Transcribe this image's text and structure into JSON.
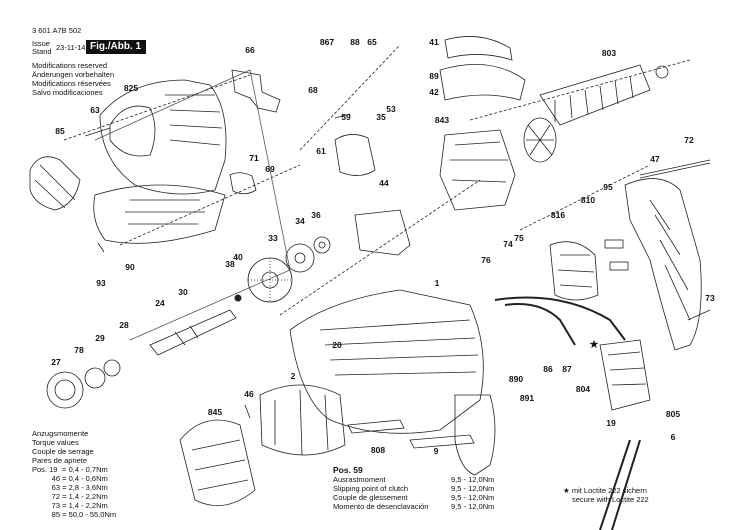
{
  "header": {
    "doc_number": "3 601 A7B 502",
    "issue_label": "Issue",
    "stand_label": "Stand",
    "issue_date": "23-11-14",
    "fig_label": "Fig./Abb. 1",
    "modifications": [
      "Modifications reserved",
      "Änderungen vorbehalten",
      "Modifications réservées",
      "Salvo modificaciones"
    ]
  },
  "torque": {
    "titles": [
      "Anzugsmomente",
      "Torque values",
      "Couple de serrage",
      "Pares de apriete"
    ],
    "rows": [
      {
        "pos": "Pos. 19",
        "eq": "=",
        "value": "0,4 - 0,7Nm"
      },
      {
        "pos": "46",
        "eq": "=",
        "value": "0,4 - 0,6Nm"
      },
      {
        "pos": "63",
        "eq": "=",
        "value": "2,8 - 3,6Nm"
      },
      {
        "pos": "72",
        "eq": "=",
        "value": "1,4 - 2,2Nm"
      },
      {
        "pos": "73",
        "eq": "=",
        "value": "1,4 - 2,2Nm"
      },
      {
        "pos": "85",
        "eq": "=",
        "value": "50,0 - 55,0Nm"
      }
    ]
  },
  "pos59": {
    "title": "Pos. 59",
    "rows": [
      {
        "label": "Ausrastmoment",
        "value": "9,5 - 12,0Nm"
      },
      {
        "label": "Slipping point of clutch",
        "value": "9,5 - 12,0Nm"
      },
      {
        "label": "Couple de glessement",
        "value": "9,5 - 12,0Nm"
      },
      {
        "label": "Momento de desenclavación",
        "value": "9,5 - 12,0Nm"
      }
    ]
  },
  "loctite_note": {
    "symbol": "★",
    "lines": [
      "mit Loctite 222 sichern",
      "secure with Loctite 222"
    ]
  },
  "parts": [
    "66",
    "867",
    "88",
    "65",
    "41",
    "803",
    "63",
    "825",
    "68",
    "89",
    "42",
    "85",
    "53",
    "59",
    "35",
    "843",
    "71",
    "61",
    "69",
    "72",
    "47",
    "44",
    "36",
    "34",
    "816",
    "810",
    "95",
    "33",
    "40",
    "90",
    "75",
    "74",
    "76",
    "38",
    "93",
    "1",
    "30",
    "24",
    "73",
    "28",
    "29",
    "27",
    "78",
    "20",
    "87",
    "86",
    "2",
    "46",
    "890",
    "891",
    "804",
    "845",
    "808",
    "9",
    "19",
    "805",
    "6"
  ],
  "colors": {
    "ink": "#111111",
    "paper": "#ffffff",
    "hatch": "#444444"
  }
}
